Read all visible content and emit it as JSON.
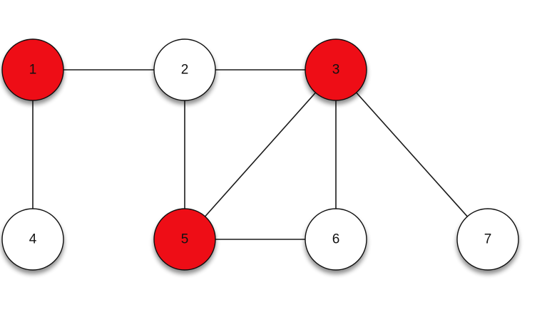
{
  "graph": {
    "colors": {
      "highlighted": "#ee0b16",
      "default": "#ffffff",
      "stroke": "#111111"
    },
    "nodes": [
      {
        "id": "1",
        "label": "1",
        "highlighted": true
      },
      {
        "id": "2",
        "label": "2",
        "highlighted": false
      },
      {
        "id": "3",
        "label": "3",
        "highlighted": true
      },
      {
        "id": "4",
        "label": "4",
        "highlighted": false
      },
      {
        "id": "5",
        "label": "5",
        "highlighted": true
      },
      {
        "id": "6",
        "label": "6",
        "highlighted": false
      },
      {
        "id": "7",
        "label": "7",
        "highlighted": false
      }
    ],
    "edges": [
      [
        "1",
        "2"
      ],
      [
        "2",
        "3"
      ],
      [
        "1",
        "4"
      ],
      [
        "2",
        "5"
      ],
      [
        "3",
        "5"
      ],
      [
        "3",
        "6"
      ],
      [
        "3",
        "7"
      ],
      [
        "5",
        "6"
      ]
    ]
  }
}
